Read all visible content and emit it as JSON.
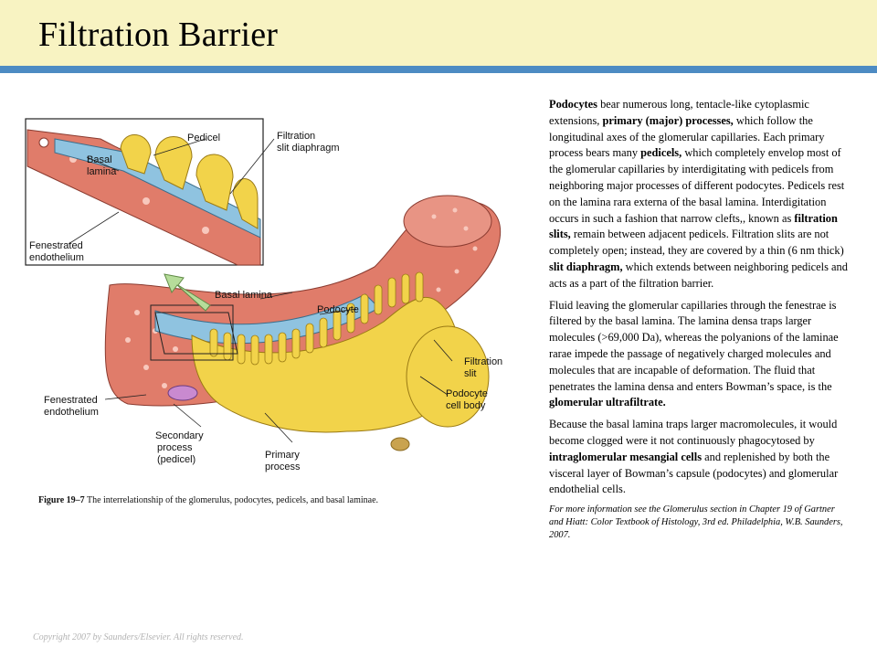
{
  "slide": {
    "title": "Filtration Barrier",
    "copyright": "Copyright 2007 by Saunders/Elsevier. All rights reserved."
  },
  "figure": {
    "labels": {
      "pedicel": "Pedicel",
      "filtration_slit_diaphragm_1": "Filtration",
      "filtration_slit_diaphragm_2": "slit diaphragm",
      "basal_lamina_inset_1": "Basal",
      "basal_lamina_inset_2": "lamina",
      "fenestrated_endothelium_inset_1": "Fenestrated",
      "fenestrated_endothelium_inset_2": "endothelium",
      "basal_lamina": "Basal lamina",
      "podocyte": "Podocyte",
      "filtration_slit_1": "Filtration",
      "filtration_slit_2": "slit",
      "fenestrated_endothelium_1": "Fenestrated",
      "fenestrated_endothelium_2": "endothelium",
      "podocyte_cell_body_1": "Podocyte",
      "podocyte_cell_body_2": "cell body",
      "secondary_process_1": "Secondary",
      "secondary_process_2": "process",
      "secondary_process_3": "(pedicel)",
      "primary_process_1": "Primary",
      "primary_process_2": "process"
    },
    "colors": {
      "podocyte": "#f2d34a",
      "endothelium": "#e07c6a",
      "basal_lamina": "#8fc3e0",
      "arrow": "#b6dd9a"
    }
  },
  "caption": {
    "figure_number": "Figure 19–7",
    "text": "The interrelationship of the glomerulus, podocytes, pedicels, and basal laminae."
  },
  "body": {
    "p1": {
      "t1": "Podocytes",
      "t2": " bear numerous long, tentacle-like cytoplasmic extensions, ",
      "t3": "primary (major) processes,",
      "t4": " which follow the longitudinal axes of the glomerular capillaries. Each primary process bears many ",
      "t5": "pedicels,",
      "t6": " which completely envelop most of the glomerular capillaries by interdigitating with pedicels from neighboring major processes of different podocytes. Pedicels rest on the lamina rara externa of the basal lamina. Interdigitation occurs in such a fashion that narrow clefts,, known as ",
      "t7": "filtration slits,",
      "t8": " remain between adjacent pedicels. Filtration slits are not completely open; instead, they are covered by a thin (6 nm thick) ",
      "t9": "slit diaphragm,",
      "t10": " which extends between neighboring pedicels and acts as a part of the filtration barrier."
    },
    "p2": {
      "t1": "Fluid leaving the glomerular capillaries through the fenestrae is filtered by the basal lamina. The lamina densa traps larger molecules (>69,000 Da), whereas the polyanions of the laminae rarae impede the passage of negatively charged molecules and molecules that are incapable of deformation. The fluid that penetrates the lamina densa and enters Bowman’s space, is the ",
      "t2": "glomerular ultrafiltrate."
    },
    "p3": {
      "t1": "Because the basal lamina traps larger macromolecules, it would become clogged were it not continuously phagocytosed by ",
      "t2": "intraglomerular mesangial cells",
      "t3": " and replenished by both the visceral layer of Bowman’s capsule (podocytes) and glomerular endothelial cells."
    },
    "reference": "For more information see the Glomerulus section in Chapter 19 of Gartner and Hiatt: Color Textbook of Histology, 3rd ed. Philadelphia, W.B. Saunders, 2007."
  }
}
